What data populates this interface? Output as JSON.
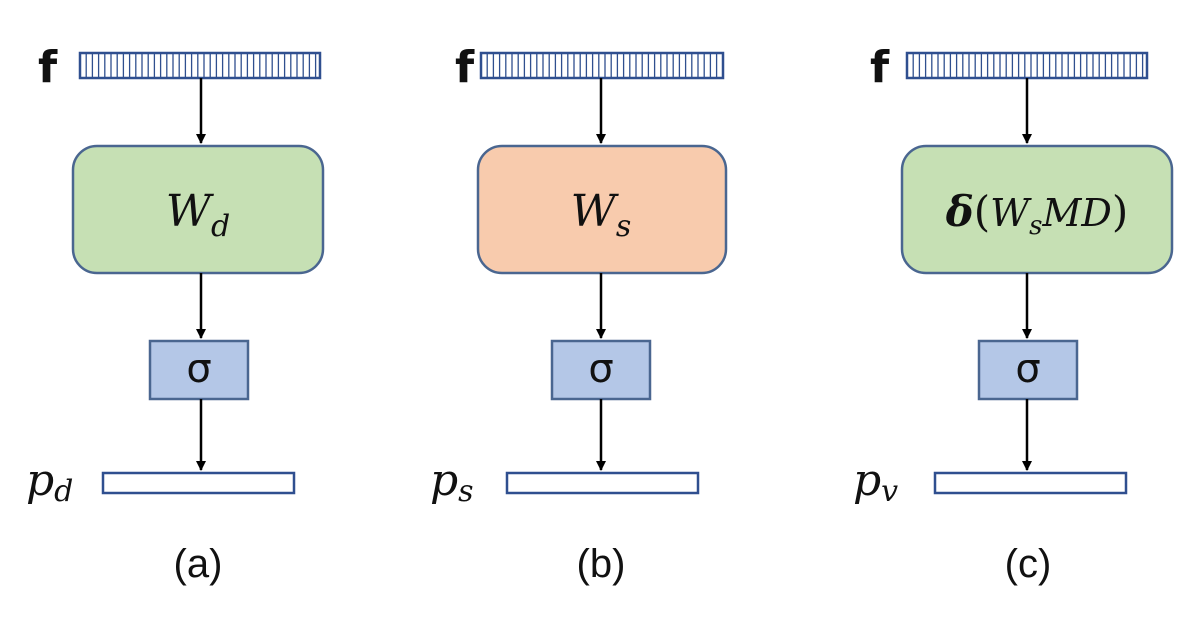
{
  "colors": {
    "feature_bar_border": "#2f4f8f",
    "weight_green": "#c6e0b4",
    "weight_salmon": "#f8cbad",
    "box_border": "#4a6690",
    "sigma_fill": "#b4c7e7",
    "output_border": "#2f4f8f",
    "arrow": "#000000"
  },
  "panels": [
    {
      "input_label": "f",
      "weight": {
        "main": "W",
        "sub": "d",
        "color": "green"
      },
      "activation": "σ",
      "output": {
        "main": "p",
        "sub": "d"
      },
      "caption": "(a)"
    },
    {
      "input_label": "f",
      "weight": {
        "main": "W",
        "sub": "s",
        "color": "salmon"
      },
      "activation": "σ",
      "output": {
        "main": "p",
        "sub": "s"
      },
      "caption": "(b)"
    },
    {
      "input_label": "f",
      "weight": {
        "delta": "δ",
        "open": "(",
        "main": "W",
        "sub": "s",
        "rest": "MD",
        "close": ")",
        "color": "green"
      },
      "activation": "σ",
      "output": {
        "main": "p",
        "sub": "v"
      },
      "caption": "(c)"
    }
  ]
}
